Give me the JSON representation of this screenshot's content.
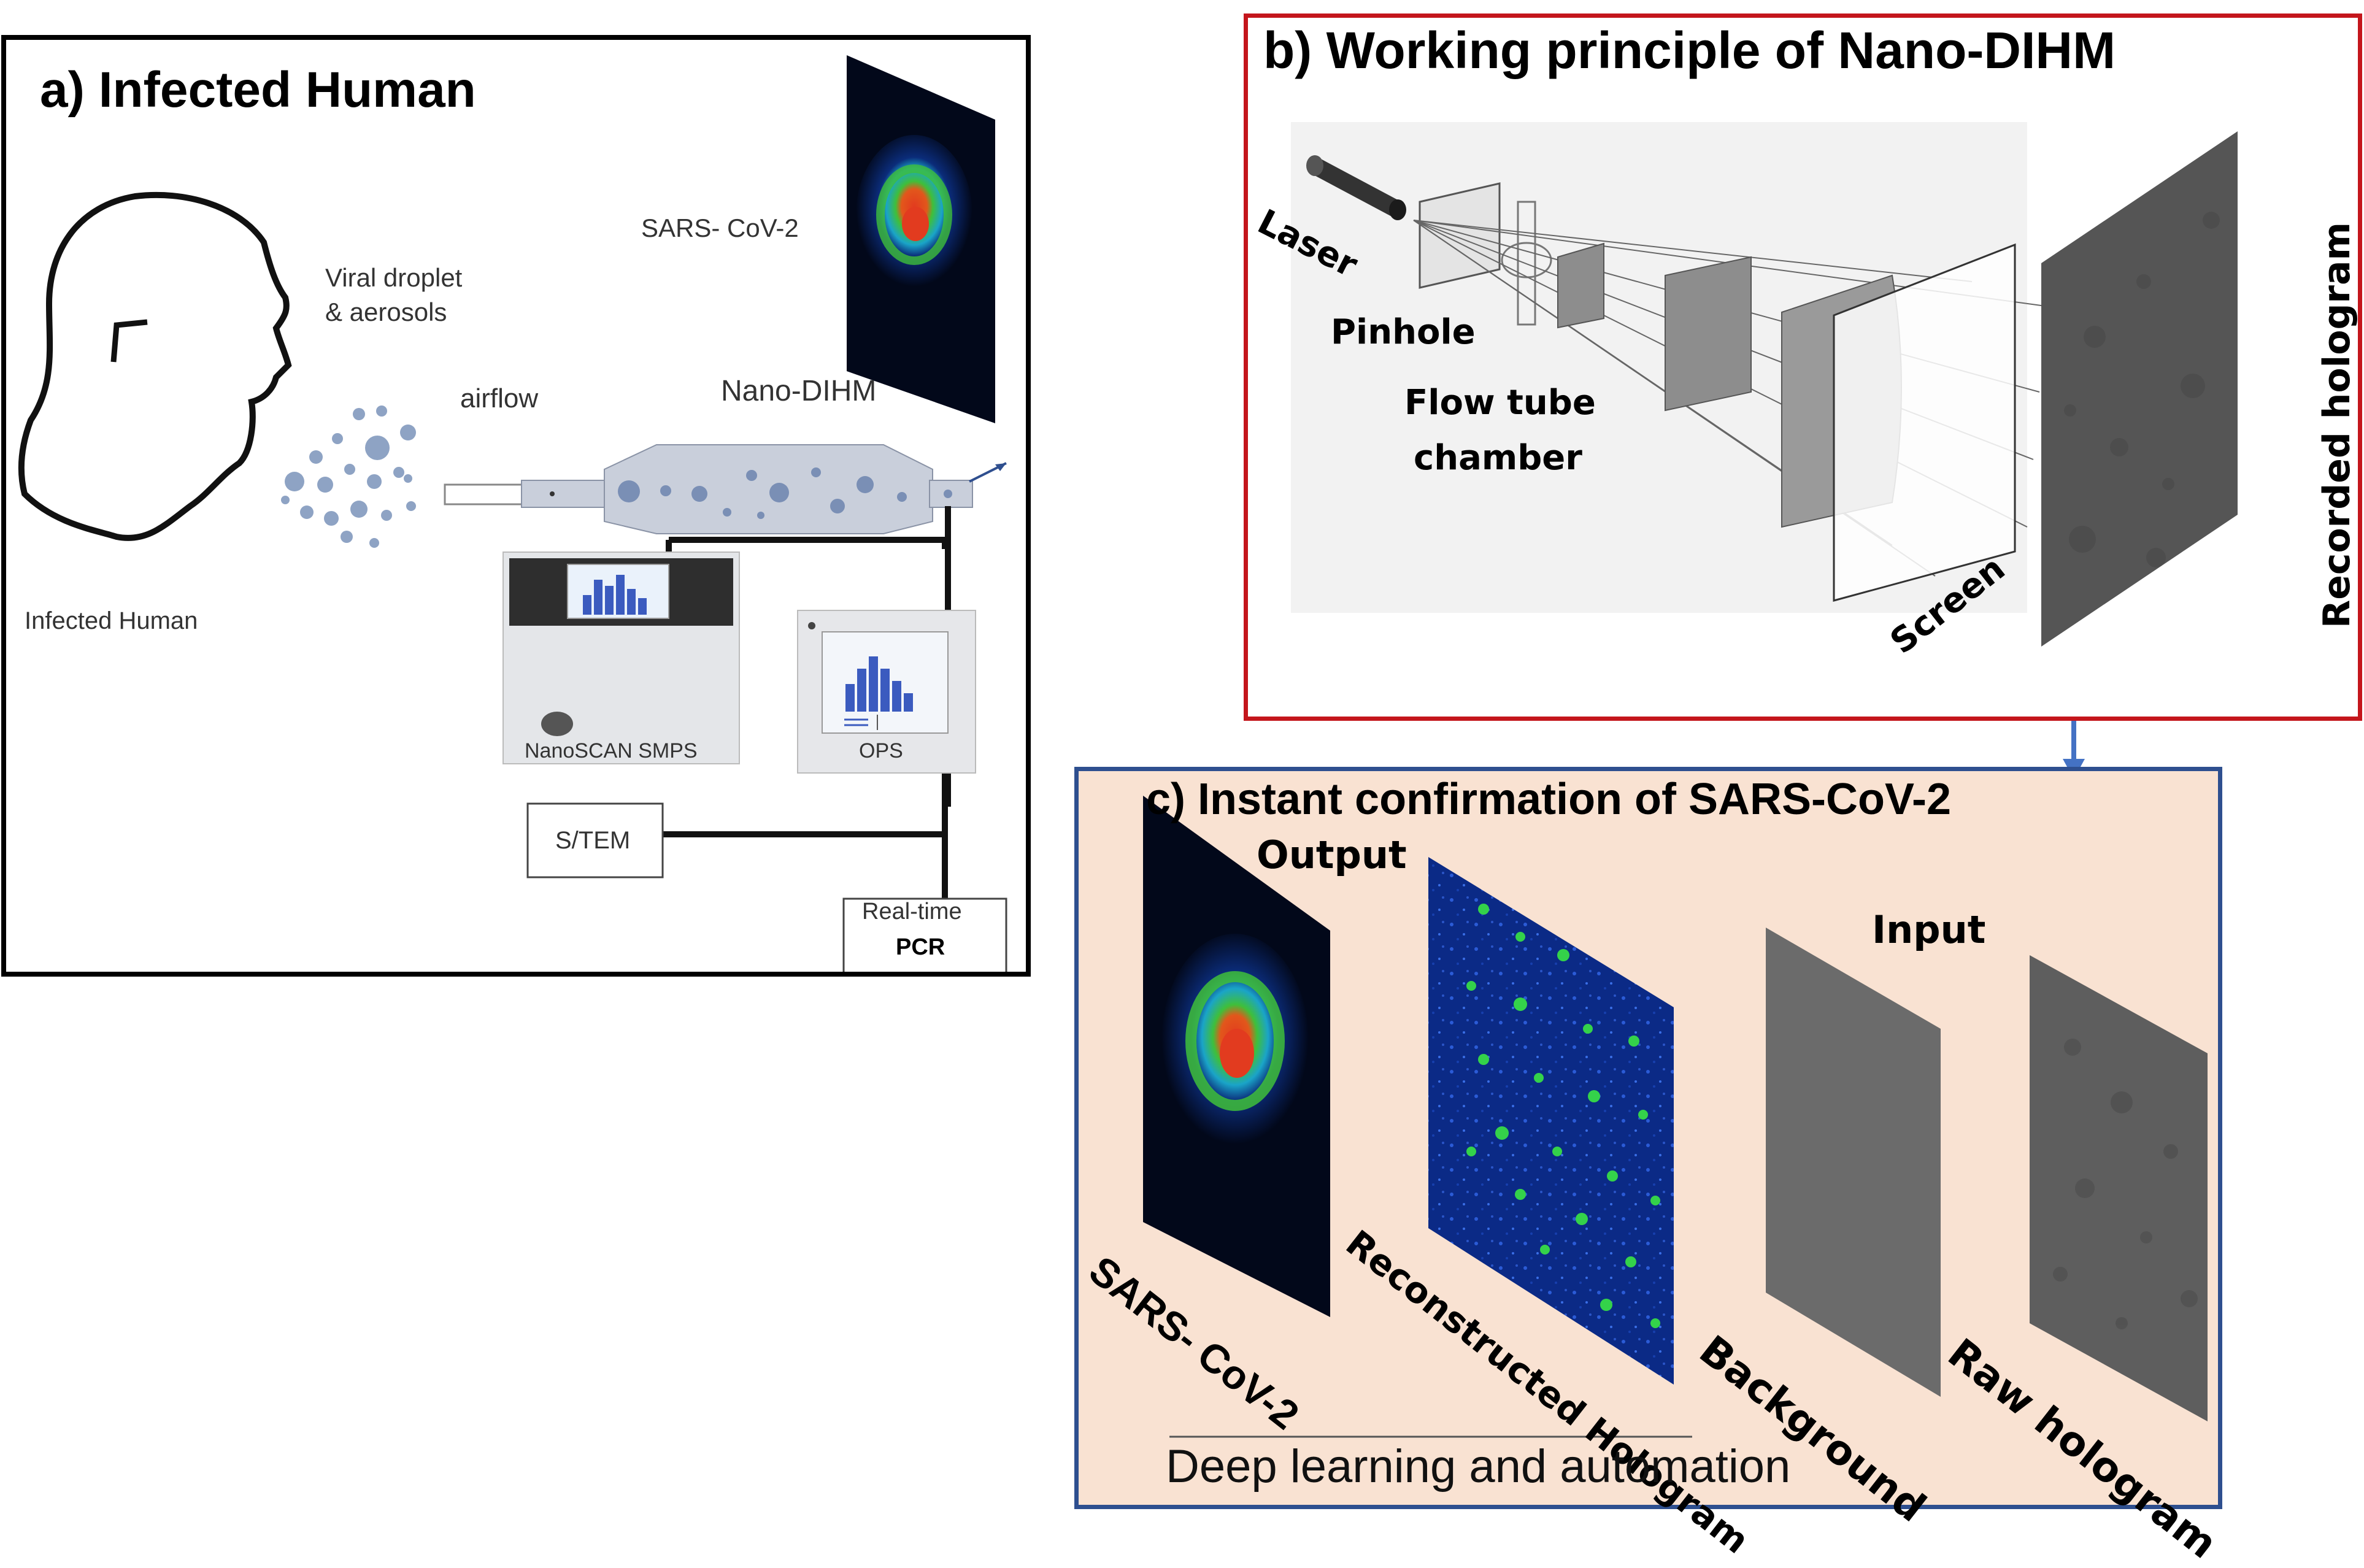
{
  "panel_a": {
    "title": "a) Infected Human",
    "virus_label": "SARS- CoV-2",
    "droplet_label": "Viral droplet\n& aerosols",
    "airflow_label": "airflow",
    "device_label": "Nano-DIHM",
    "human_label": "Infected Human",
    "smps_label": "NanoSCAN SMPS",
    "ops_label": "OPS",
    "stem_label": "S/TEM",
    "pcr_label_1": "Real-time",
    "pcr_label_2": "PCR"
  },
  "panel_b": {
    "title": "b) Working principle of Nano-DIHM",
    "laser_label": "Laser",
    "pinhole_label": "Pinhole",
    "flow_label_1": "Flow tube",
    "flow_label_2": "chamber",
    "screen_label": "Screen",
    "recorded_label": "Recorded hologram"
  },
  "panel_c": {
    "title": "c) Instant confirmation of SARS-CoV-2",
    "output_label": "Output",
    "input_label": "Input",
    "sars_label": "SARS- CoV-2",
    "recon_label": "Reconstructed Hologram",
    "background_label": "Background",
    "raw_label": "Raw hologram",
    "footer_label": "Deep learning and automation"
  },
  "colors": {
    "panel_a_border": "#000000",
    "panel_b_border": "#c4161c",
    "panel_c_border": "#2e4f8f",
    "panel_c_fill": "#f9e2d2",
    "arrow": "#4472c4"
  }
}
